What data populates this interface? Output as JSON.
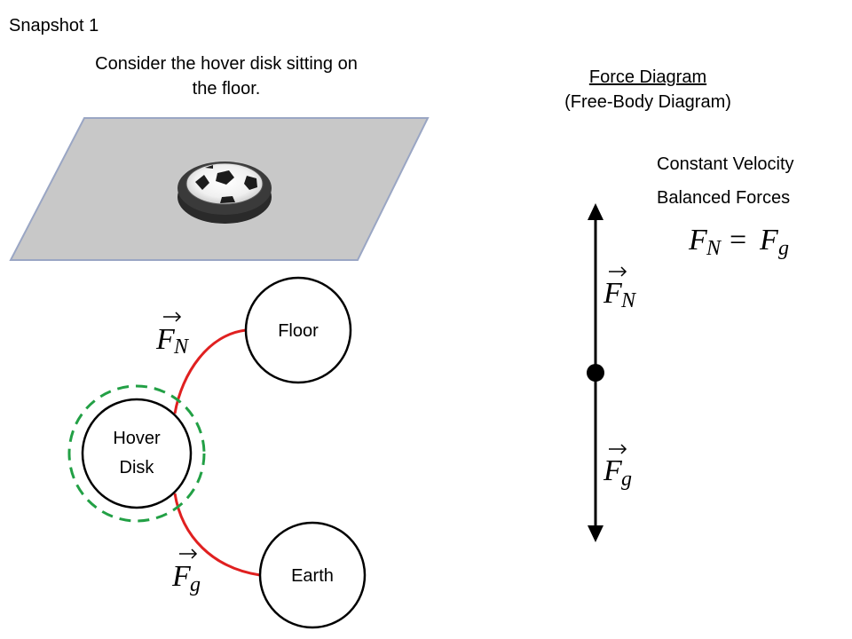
{
  "header": {
    "snapshot_label": "Snapshot 1",
    "caption_line1": "Consider the hover disk sitting on",
    "caption_line2": "the floor."
  },
  "force_diagram": {
    "title": "Force Diagram",
    "subtitle": "(Free-Body Diagram)",
    "state_label": "Constant Velocity",
    "balance_label": "Balanced Forces",
    "equation": {
      "left_symbol": "F",
      "left_subscript": "N",
      "operator": "=",
      "right_symbol": "F",
      "right_subscript": "g"
    },
    "up_force": {
      "symbol": "F",
      "subscript": "N"
    },
    "down_force": {
      "symbol": "F",
      "subscript": "g"
    }
  },
  "interaction_diagram": {
    "system_label_line1": "Hover",
    "system_label_line2": "Disk",
    "floor_label": "Floor",
    "earth_label": "Earth",
    "normal_force": {
      "symbol": "F",
      "subscript": "N"
    },
    "gravity_force": {
      "symbol": "F",
      "subscript": "g"
    }
  },
  "colors": {
    "floor_plane": "#c8c8c8",
    "floor_edge": "#9aa6c4",
    "interaction_line": "#e02020",
    "system_boundary": "#22a045"
  }
}
